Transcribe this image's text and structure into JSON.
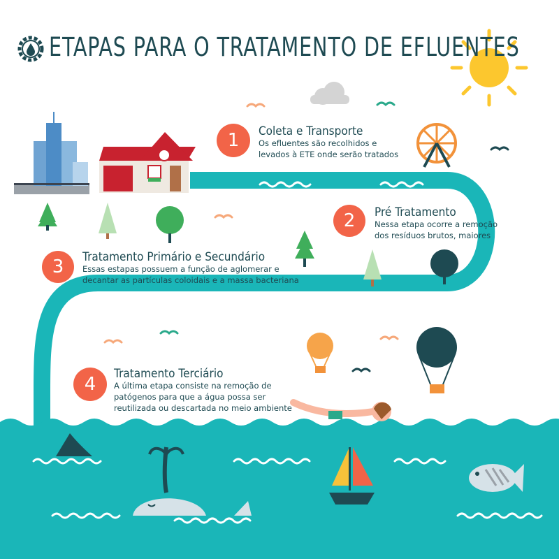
{
  "title": "ETAPAS PARA O TRATAMENTO DE EFLUENTES",
  "colors": {
    "teal": "#1ab6b8",
    "dark_teal": "#1e4a52",
    "orange_circle": "#f26448",
    "sun": "#fcc72e",
    "sea": "#1ab6b8"
  },
  "icons": [
    "water-drop-gear-icon",
    "sun-icon",
    "cloud-icon",
    "building-icon",
    "house-icon",
    "ferris-wheel-icon",
    "tree-icon",
    "hot-air-balloon-icon",
    "swimmer-icon",
    "shark-fin-icon",
    "whale-icon",
    "sailboat-icon",
    "fish-icon",
    "bird-icon"
  ],
  "steps": [
    {
      "number": "1",
      "title": "Coleta e Transporte",
      "lines": [
        "Os efluentes são recolhidos e",
        "levados à ETE onde serão tratados"
      ]
    },
    {
      "number": "2",
      "title": "Pré Tratamento",
      "lines": [
        "Nessa etapa ocorre a remoção",
        "dos resíduos brutos, maiores"
      ]
    },
    {
      "number": "3",
      "title": "Tratamento Primário e Secundário",
      "lines": [
        "Essas estapas possuem a função de aglomerar e",
        "decantar as partículas coloidais e a massa bacteriana"
      ]
    },
    {
      "number": "4",
      "title": "Tratamento Terciário",
      "lines": [
        "A última etapa consiste na remoção de",
        "patógenos para que a água possa ser",
        "reutilizada ou descartada no meio ambiente"
      ]
    }
  ]
}
